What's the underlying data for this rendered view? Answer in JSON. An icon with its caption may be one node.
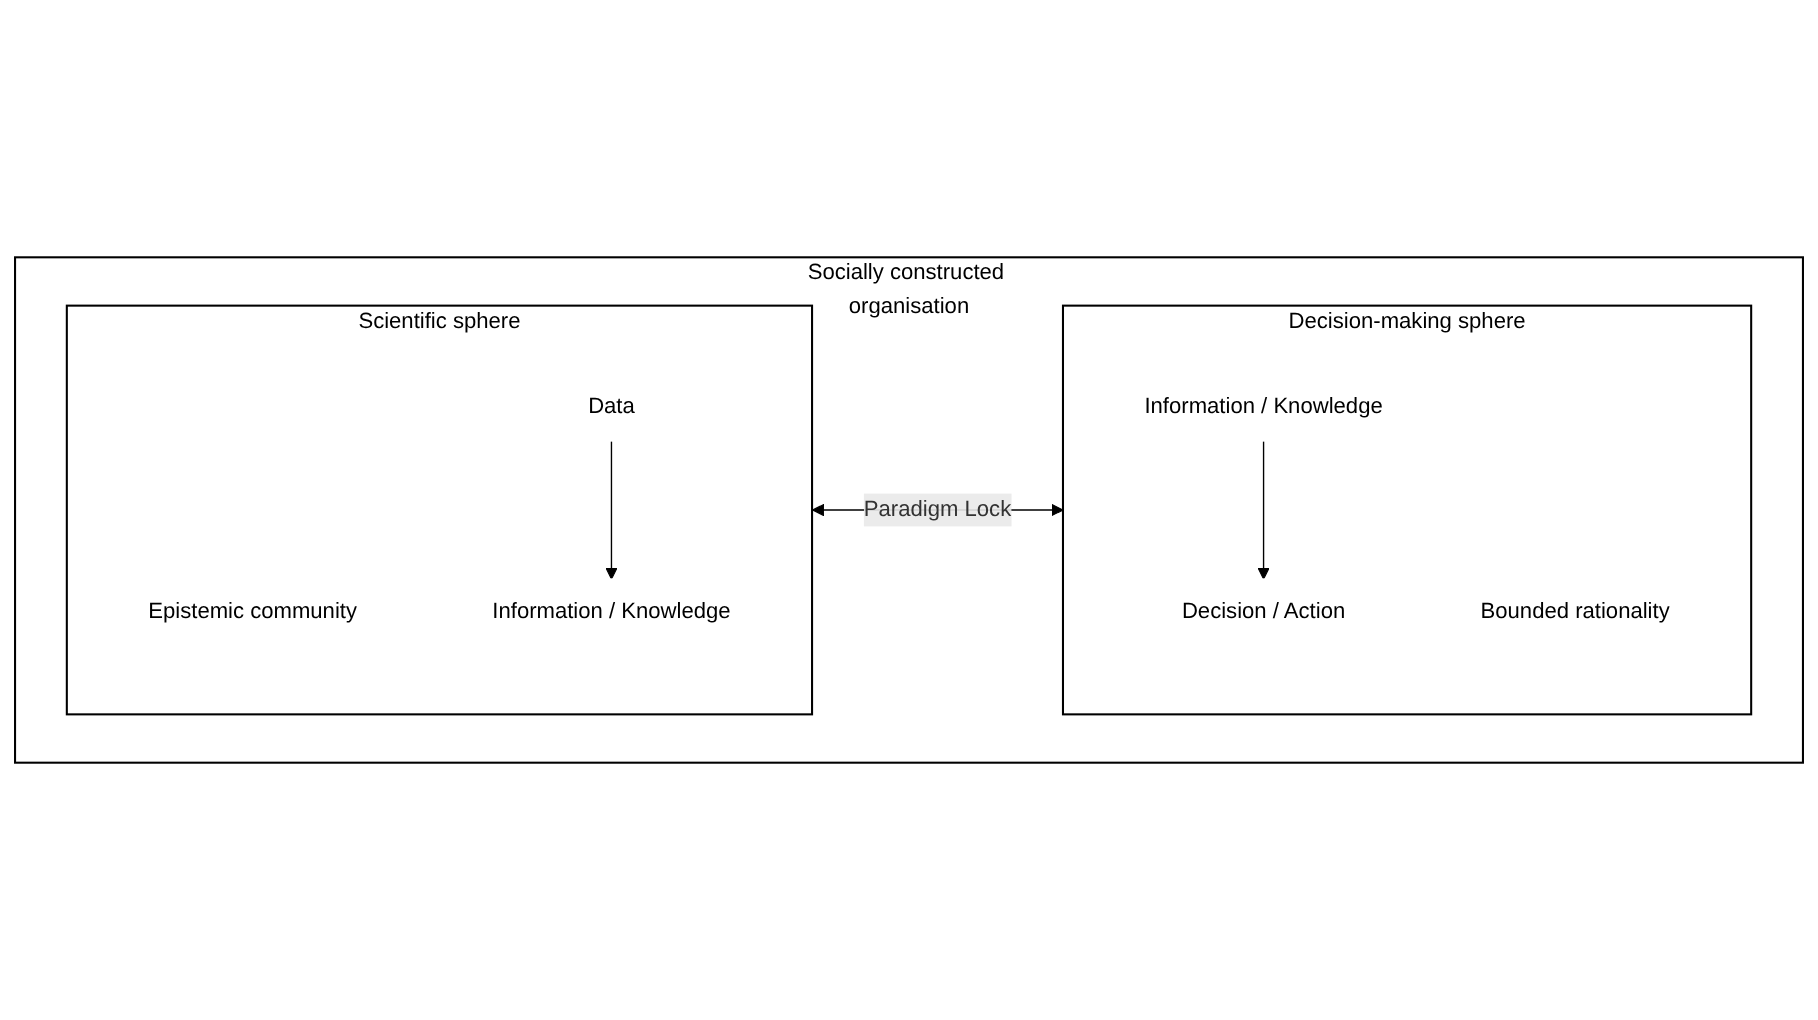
{
  "diagram": {
    "nodes": [
      {
        "text": [
          "Socially constructed organisation"
        ]
      },
      {
        "text": [
          "Scientific sphere"
        ],
        "in": 0
      },
      {
        "text": [
          "Epistemic community"
        ],
        "in": 1
      },
      {
        "text": [
          "Data"
        ],
        "in": 1
      },
      {
        "text": [
          "Information / Knowledge"
        ],
        "in": 1
      },
      {
        "text": [
          "Decision-making sphere"
        ],
        "in": 0
      },
      {
        "text": [
          "Decision / Action"
        ],
        "in": 5
      },
      {
        "text": [
          "Bounded rationality"
        ],
        "in": 5
      },
      {
        "text": [
          "Information / Knowledge"
        ],
        "in": 5
      }
    ],
    "edges": [
      {
        "from": 3,
        "to": 4,
        "arrow": "to"
      },
      {
        "from": 1,
        "to": 5,
        "arrow": "both",
        "label": "Paradigm Lock"
      },
      {
        "from": 8,
        "to": 6,
        "arrow": "to"
      }
    ]
  }
}
